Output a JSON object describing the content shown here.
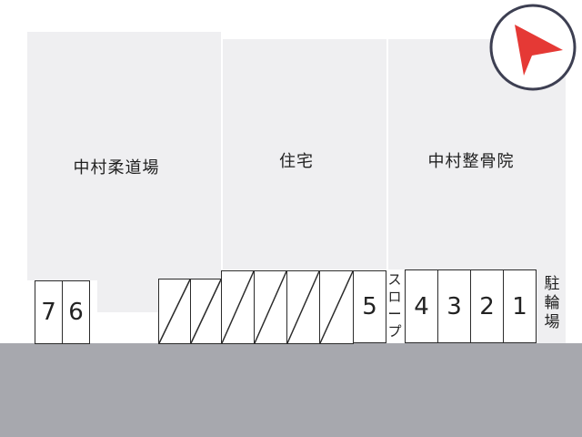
{
  "map": {
    "buildings": {
      "judo": "中村柔道場",
      "house": "住宅",
      "clinic": "中村整骨院"
    },
    "labels": {
      "slope": [
        "ス",
        "ロ",
        "ー",
        "プ"
      ],
      "bicycle_parking": [
        "駐",
        "輪",
        "場"
      ]
    },
    "spaces": [
      "1",
      "2",
      "3",
      "4",
      "5",
      "6",
      "7"
    ],
    "compass": {
      "icon": "north-arrow-icon",
      "arrow_color": "#e53935",
      "ring_color": "#3d3f52"
    },
    "colors": {
      "building": "#efeff1",
      "road": "#a7a8ae",
      "stall_border": "#2b2b2b"
    }
  }
}
